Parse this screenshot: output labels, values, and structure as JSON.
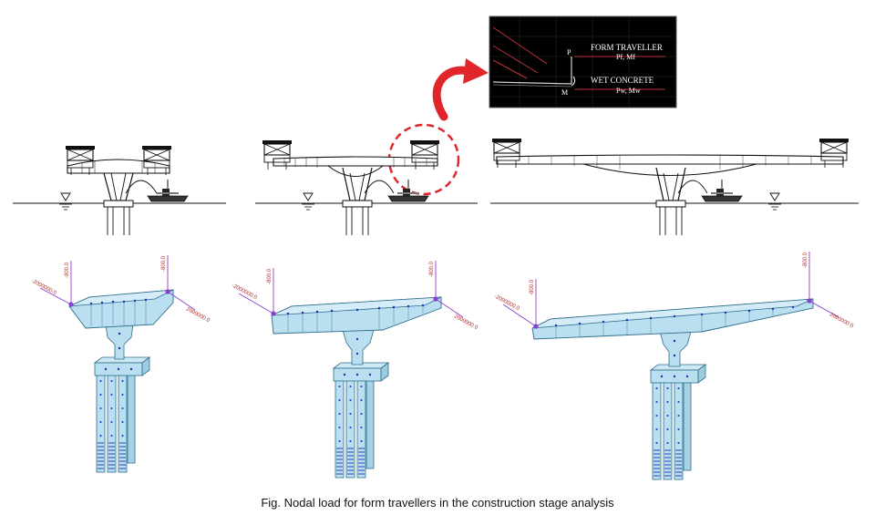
{
  "inset": {
    "force_label": "P",
    "moment_label": "M",
    "form_traveller_title": "FORM TRAVELLER",
    "form_traveller_sub": "Pf, Mf",
    "wet_concrete_title": "WET CONCRETE",
    "wet_concrete_sub": "Pw, Mw"
  },
  "models": [
    {
      "left_vertical_load": "-800.0",
      "right_vertical_load": "-800.0",
      "left_moment": "-2000000.0",
      "right_moment": "2000000.0"
    },
    {
      "left_vertical_load": "-800.0",
      "right_vertical_load": "-800.0",
      "left_moment": "-2000000.0",
      "right_moment": "2000000.0"
    },
    {
      "left_vertical_load": "-800.0",
      "right_vertical_load": "-800.0",
      "left_moment": "-2000000.0",
      "right_moment": "2000000.0"
    }
  ],
  "caption": "Fig. Nodal load for form travellers in the construction stage analysis",
  "colors": {
    "highlight_red": "#e0262a",
    "model_fill": "#b9dff0",
    "model_edge": "#2f6e8c",
    "node_blue": "#1d2fb8",
    "load_purple": "#8a3fd1",
    "inset_bg": "#000000"
  }
}
